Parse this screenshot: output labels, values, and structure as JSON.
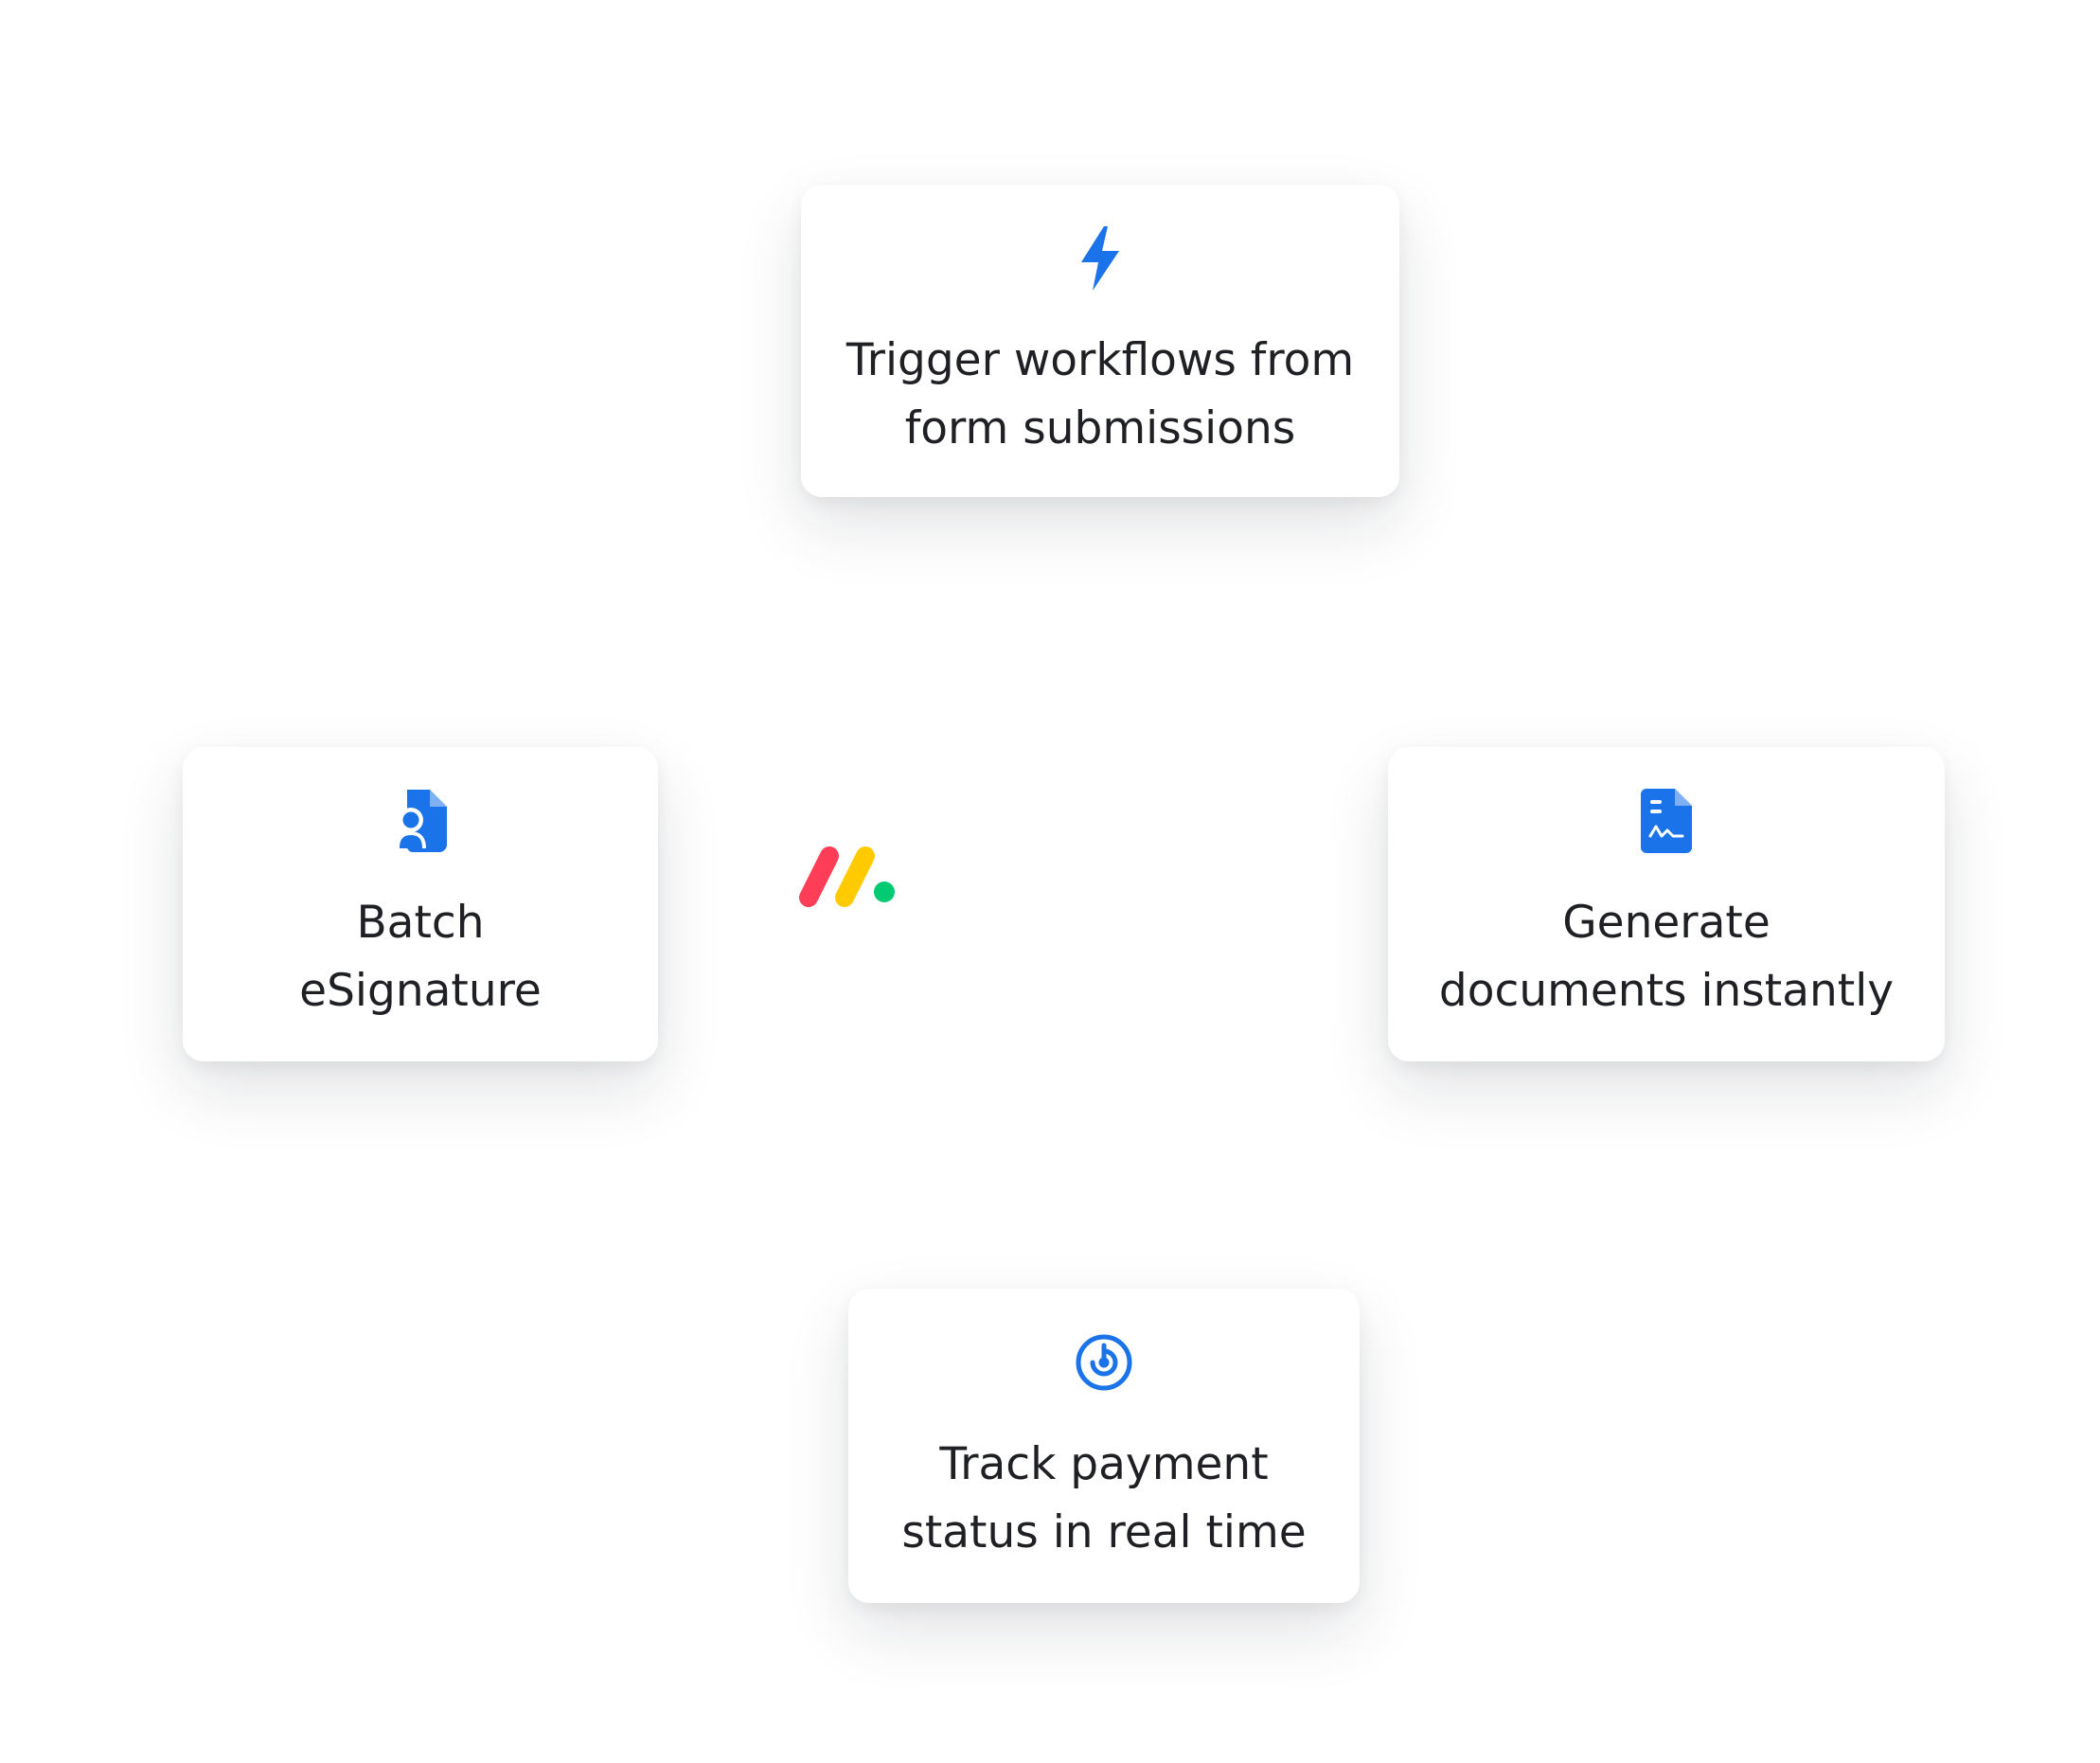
{
  "center_logo": {
    "icon": "monday-logo-icon",
    "colors": [
      "#ff3d57",
      "#ffcb00",
      "#00ca72"
    ]
  },
  "accent_color": "#1a73e8",
  "cards": {
    "top": {
      "icon": "lightning-bolt-icon",
      "line1": "Trigger workflows from",
      "line2": "form submissions"
    },
    "left": {
      "icon": "document-person-icon",
      "line1": "Batch",
      "line2": "eSignature"
    },
    "right": {
      "icon": "document-signature-icon",
      "line1": "Generate",
      "line2": "documents instantly"
    },
    "bottom": {
      "icon": "radar-tracking-icon",
      "line1": "Track payment",
      "line2": "status in real time"
    }
  }
}
